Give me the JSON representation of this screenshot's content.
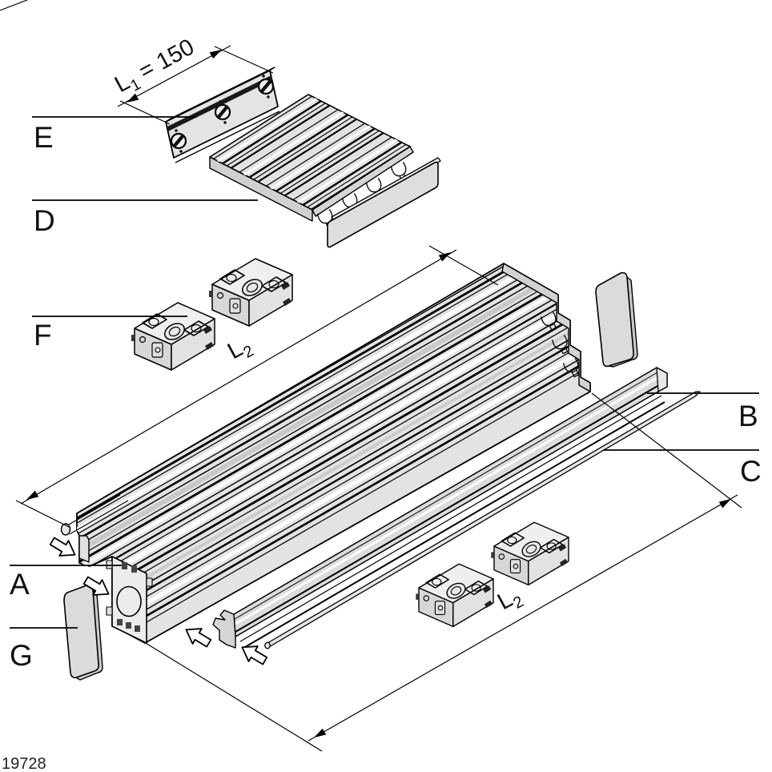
{
  "figure_number": "19728",
  "labels": {
    "a": "A",
    "b": "B",
    "c": "C",
    "d": "D",
    "e": "E",
    "f": "F",
    "g": "G"
  },
  "dimensions": {
    "l1": {
      "symbol": "L",
      "subscript": "1",
      "value": "= 150"
    },
    "l2_left": {
      "symbol": "L",
      "subscript": "2"
    },
    "l2_right": {
      "symbol": "L",
      "subscript": "2"
    }
  },
  "icons": [
    "insertion-direction-arrow",
    "dimension-arrow"
  ],
  "colors": {
    "background": "#ffffff",
    "part_fill": "#e3e3e3",
    "part_fill_light": "#efefef",
    "part_fill_dark": "#d2d2d2",
    "outline": "#000000",
    "label_text": "#111111"
  }
}
